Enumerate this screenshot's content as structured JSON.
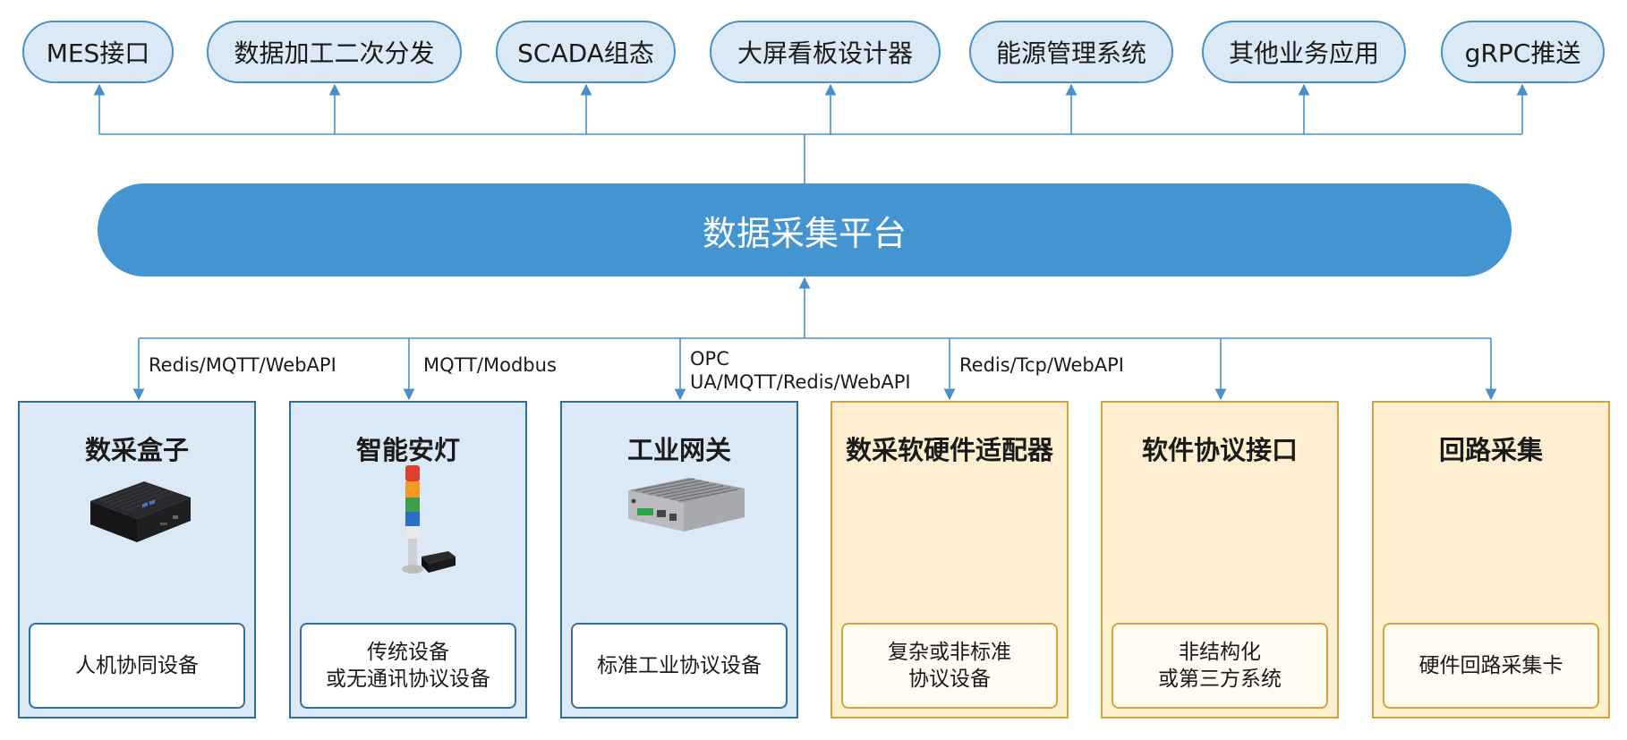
{
  "top_apps": [
    {
      "label": "MES接口"
    },
    {
      "label": "数据加工二次分发"
    },
    {
      "label": "SCADA组态"
    },
    {
      "label": "大屏看板设计器"
    },
    {
      "label": "能源管理系统"
    },
    {
      "label": "其他业务应用"
    },
    {
      "label": "gRPC推送"
    }
  ],
  "platform": {
    "label": "数据采集平台"
  },
  "protocols": [
    {
      "lines": [
        "Redis/MQTT/WebAPI"
      ]
    },
    {
      "lines": [
        "MQTT/Modbus"
      ]
    },
    {
      "lines": [
        "OPC",
        "UA/MQTT/Redis/WebAPI"
      ]
    },
    {
      "lines": [
        "Redis/Tcp/WebAPI"
      ]
    }
  ],
  "panels": [
    {
      "title": "数采盒子",
      "device_lines": [
        "人机协同设备"
      ],
      "icon": "mini-pc-box-icon"
    },
    {
      "title": "智能安灯",
      "device_lines": [
        "传统设备",
        "或无通讯协议设备"
      ],
      "icon": "signal-tower-light-icon"
    },
    {
      "title": "工业网关",
      "device_lines": [
        "标准工业协议设备"
      ],
      "icon": "industrial-gateway-icon"
    },
    {
      "title": "数采软硬件适配器",
      "device_lines": [
        "复杂或非标准",
        "协议设备"
      ]
    },
    {
      "title": "软件协议接口",
      "device_lines": [
        "非结构化",
        "或第三方系统"
      ]
    },
    {
      "title": "回路采集",
      "device_lines": [
        "硬件回路采集卡"
      ]
    }
  ],
  "colors": {
    "line_blue": "#4a90c8",
    "platform_blue": "#4494d2",
    "pill_fill": "#dbe9f7",
    "panel_blue_fill": "#dbe9f7",
    "panel_blue_border": "#2f6f9c",
    "panel_yellow_fill": "#fdefcf",
    "panel_yellow_border": "#d2a53a"
  }
}
